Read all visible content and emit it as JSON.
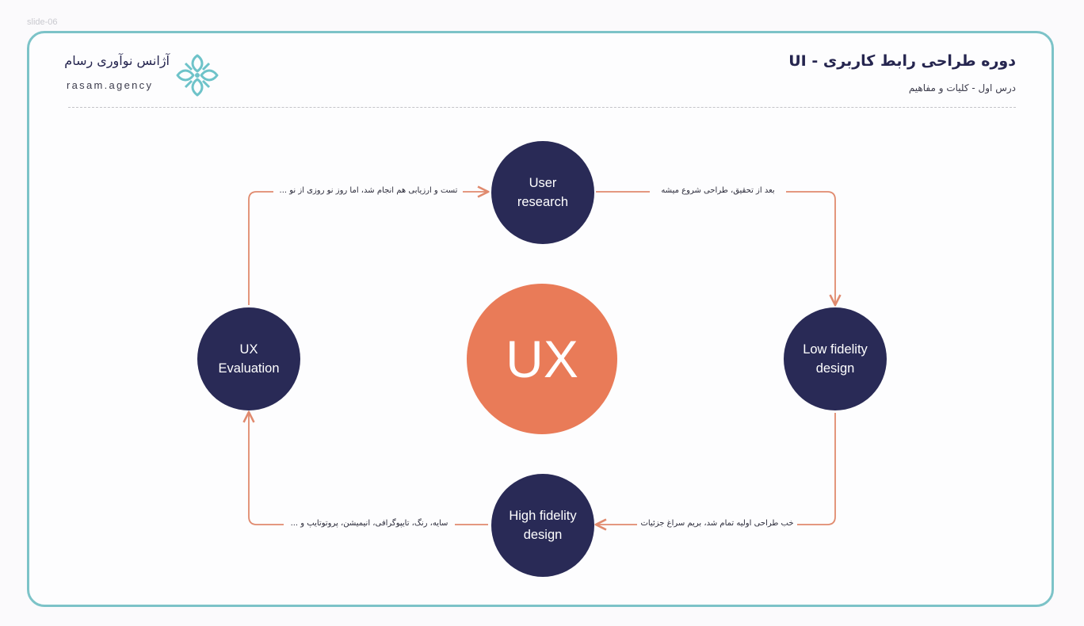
{
  "slide_label": "slide-06",
  "header": {
    "course_title": "دوره طراحی رابط کاربری - UI",
    "course_subtitle": "درس اول - کلیات و مفاهیم",
    "brand_name": "آژانس نوآوری رسام",
    "brand_domain": "rasam.agency"
  },
  "diagram": {
    "center_label": "UX",
    "nodes": {
      "user_research": [
        "User",
        "research"
      ],
      "low_fidelity": [
        "Low fidelity",
        "design"
      ],
      "high_fidelity": [
        "High fidelity",
        "design"
      ],
      "ux_evaluation": [
        "UX",
        "Evaluation"
      ]
    },
    "edge_labels": {
      "evaluation_to_research": "تست و ارزیابی هم انجام شد، اما روز نو روزی از نو ...",
      "research_to_low": "بعد از تحقیق، طراحی شروع میشه",
      "low_to_high": "خب طراحی اولیه تمام شد، بریم سراغ جزئیات",
      "high_to_evaluation": "سایه، رنگ، تایپوگرافی، انیمیشن، پروتوتایپ و ..."
    }
  },
  "colors": {
    "node_fill": "#292a56",
    "center_fill": "#e97b58",
    "connector": "#e08a6e",
    "frame_border": "#7cc3c8",
    "logo": "#6ec3c9"
  },
  "icons": {
    "brand_logo": "rasam-flower-logo"
  }
}
